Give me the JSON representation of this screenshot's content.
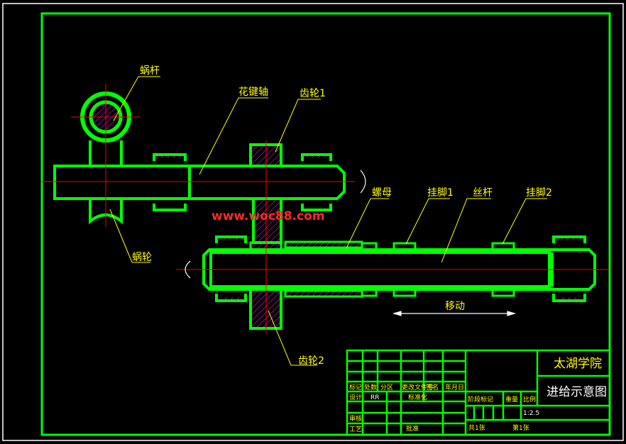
{
  "labels": {
    "worm": "蜗杆",
    "spline_shaft": "花键轴",
    "gear1": "齿轮1",
    "worm_wheel": "蜗轮",
    "nut": "螺母",
    "foot1": "挂脚1",
    "lead_screw": "丝杆",
    "foot2": "挂脚2",
    "move": "移动",
    "gear2": "齿轮2"
  },
  "watermark": "www.woc88.com",
  "title_block": {
    "school": "太湖学院",
    "drawing_name": "进给示意图",
    "revision_header": [
      "标记",
      "处数",
      "分区",
      "更改文件号",
      "签名",
      "年月日"
    ],
    "design": "设计",
    "design_value": "RR",
    "standardization": "标准化",
    "stage_mark": "阶段标记",
    "weight": "重量",
    "scale": "比例",
    "scale_value": "1:2.5",
    "review": "审核",
    "process": "工艺",
    "approve": "批准",
    "sheets_total": "共1张",
    "sheet_no": "第1张"
  },
  "colors": {
    "background": "#000000",
    "outline": "#00ff00",
    "centerline": "#ff0000",
    "hatch": "#ff00ff",
    "leader": "#ffff00",
    "text": "#ffff00",
    "watermark": "#ff2a2a"
  }
}
